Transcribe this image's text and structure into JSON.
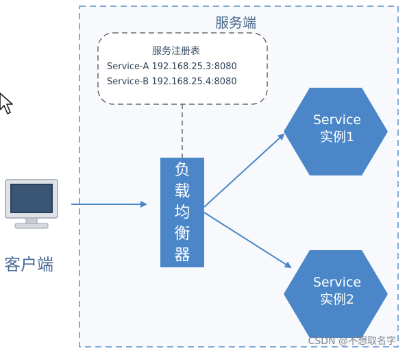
{
  "diagram": {
    "server_label": "服务端",
    "registry": {
      "title": "服务注册表",
      "entries": [
        "Service-A 192.168.25.3:8080",
        "Service-B 192.168.25.4:8080"
      ]
    },
    "load_balancer_label": "负载均衡器",
    "services": [
      "Service\n实例1",
      "Service\n实例2"
    ],
    "client_label": "客户端",
    "icons": [
      "cursor-arrow-icon",
      "monitor-icon"
    ],
    "colors": {
      "node_fill": "#4a86c8",
      "arrow": "#4a86c8",
      "border_dashed": "#5b8fc9",
      "registry_border": "#4a4f57"
    }
  },
  "watermark": "CSDN @不想取名字"
}
